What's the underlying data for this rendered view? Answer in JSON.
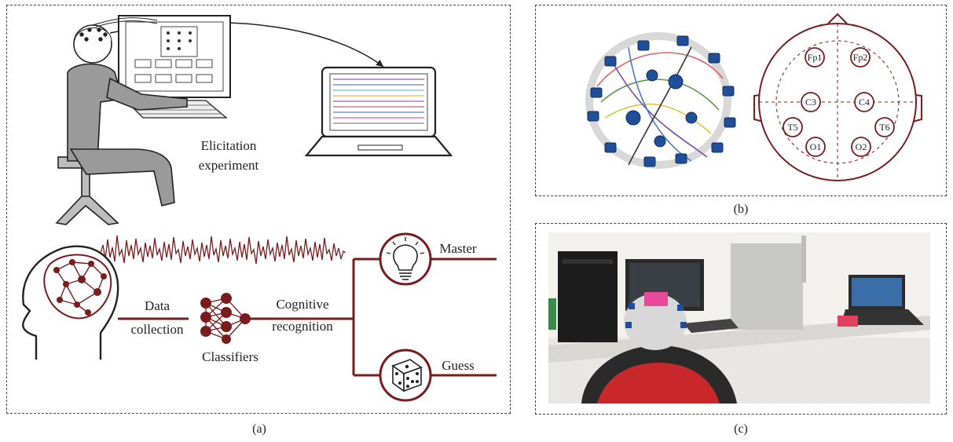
{
  "colors": {
    "accent": "#7a1c1c",
    "figure": "#9a9a9a",
    "dash": "#444444"
  },
  "panel_a": {
    "caption": "(a)",
    "experiment_label": [
      "Elicitation",
      "experiment"
    ],
    "data_collection": [
      "Data",
      "collection"
    ],
    "classifiers": "Classifiers",
    "cognitive_recognition": [
      "Cognitive",
      "recognition"
    ],
    "master": "Master",
    "guess": "Guess",
    "icons": [
      "head-brain-icon",
      "neural-network-icon",
      "lightbulb-icon",
      "dice-icon",
      "laptop-icon",
      "monitor-icon",
      "person-icon",
      "eeg-wave-icon"
    ]
  },
  "panel_b": {
    "caption": "(b)",
    "electrodes": [
      "Fp1",
      "Fp2",
      "C3",
      "C4",
      "T5",
      "T6",
      "O1",
      "O2"
    ]
  },
  "panel_c": {
    "caption": "(c)"
  }
}
